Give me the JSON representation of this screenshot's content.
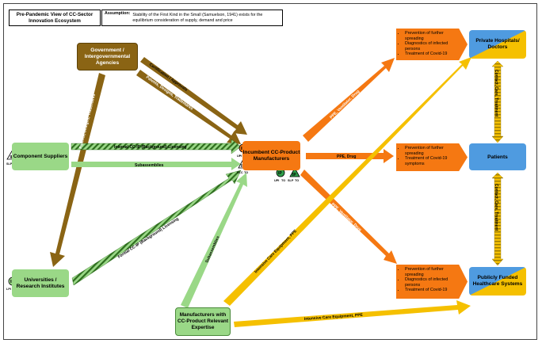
{
  "title": "Pre-Pandemic View of CC-Sector Innovation Ecosystem",
  "assumption": {
    "label": "Assumption:",
    "text": "Stability of the First Kind in the Small (Samuelson, 1941) exists for the equilibrium consideration of supply, demand and price"
  },
  "nodes": {
    "government": "Government / Intergovernmental Agencies",
    "component": "Component Suppliers",
    "universities": "Universities / Research Institutes",
    "manufacturers": "Manufacturers with CC-Product Relevant Expertise",
    "incumbent": "Incumbent CC-Product Manufacturers",
    "private": "Private Hospitals/ Doctors",
    "patients": "Patients",
    "public": "Publicly Funded Healthcare Systems"
  },
  "outcomes": {
    "top": [
      "Prevention of further spreading",
      "Diagnostics of infected persons",
      "Treatment of Covid-19"
    ],
    "middle": [
      "Prevention of further spreading",
      "Treatment of Covid-19 symptoms"
    ],
    "bottom": [
      "Prevention of further spreading",
      "Diagnostics of infected persons",
      "Treatment of Covid-19"
    ]
  },
  "edges": {
    "certification": "Certification / Approvals",
    "patents_gov": "Patents, Designs, Trademarks",
    "patents_univ": "Patents, Designs, Trademarks",
    "internal_cc": "Internal CC-IP (Background) Licensing",
    "subassemblies": "Subassemblies",
    "subassemblies_manu": "Subassemblies",
    "formal_cc": "Formal CC-IP (Background) Licensing",
    "ppe_vent_drug_top": "PPE, Ventilator, Drug",
    "ppe_drug": "PPE, Drug",
    "ppe_vent_drug_bottom": "PPE, Ventilator, Drug",
    "icu_top": "Intensive Care Equipment, PPE",
    "icu_bottom": "Intensive Care Equipment, PPE",
    "contact_private": "Contact, Care, Treatment",
    "contact_public": "Contact, Care, Treatment"
  },
  "badges": {
    "ip": "IP",
    "upi": "UPI",
    "to": "TO",
    "slp": "SLP",
    "vlc": "VLC",
    "lpi": "LPI"
  }
}
